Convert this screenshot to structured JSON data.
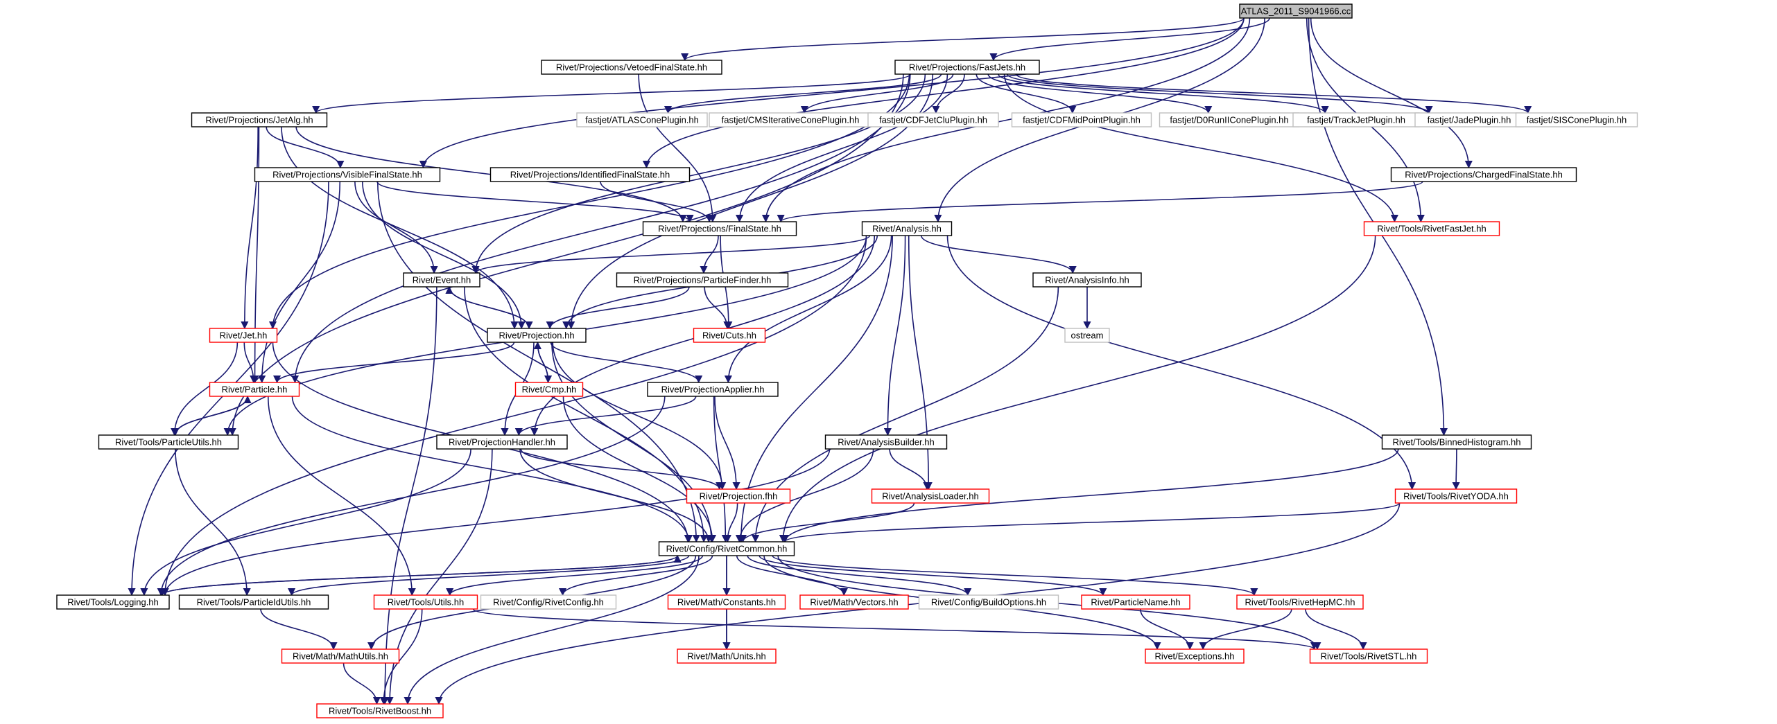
{
  "colors": {
    "edge": "#191970",
    "root_fill": "#bfbfbf",
    "normal_border": "#000000",
    "incomplete_border": "#ff0000",
    "external_border": "#bfbfbf",
    "node_fill": "#ffffff"
  },
  "nodes": [
    {
      "id": "atlas",
      "label": "ATLAS_2011_S9041966.cc",
      "kind": "root"
    },
    {
      "id": "vetoed",
      "label": "Rivet/Projections/VetoedFinalState.hh",
      "kind": "normal"
    },
    {
      "id": "fastjets",
      "label": "Rivet/Projections/FastJets.hh",
      "kind": "normal"
    },
    {
      "id": "jetalg",
      "label": "Rivet/Projections/JetAlg.hh",
      "kind": "normal"
    },
    {
      "id": "fj_atlas",
      "label": "fastjet/ATLASConePlugin.hh",
      "kind": "external"
    },
    {
      "id": "fj_cms",
      "label": "fastjet/CMSIterativeConePlugin.hh",
      "kind": "external"
    },
    {
      "id": "fj_cdfjet",
      "label": "fastjet/CDFJetCluPlugin.hh",
      "kind": "external"
    },
    {
      "id": "fj_cdfmid",
      "label": "fastjet/CDFMidPointPlugin.hh",
      "kind": "external"
    },
    {
      "id": "fj_d0",
      "label": "fastjet/D0RunIIConePlugin.hh",
      "kind": "external"
    },
    {
      "id": "fj_track",
      "label": "fastjet/TrackJetPlugin.hh",
      "kind": "external"
    },
    {
      "id": "fj_jade",
      "label": "fastjet/JadePlugin.hh",
      "kind": "external"
    },
    {
      "id": "fj_sis",
      "label": "fastjet/SISConePlugin.hh",
      "kind": "external"
    },
    {
      "id": "visible",
      "label": "Rivet/Projections/VisibleFinalState.hh",
      "kind": "normal"
    },
    {
      "id": "identified",
      "label": "Rivet/Projections/IdentifiedFinalState.hh",
      "kind": "normal"
    },
    {
      "id": "charged",
      "label": "Rivet/Projections/ChargedFinalState.hh",
      "kind": "normal"
    },
    {
      "id": "finalstate",
      "label": "Rivet/Projections/FinalState.hh",
      "kind": "normal"
    },
    {
      "id": "analysis",
      "label": "Rivet/Analysis.hh",
      "kind": "normal"
    },
    {
      "id": "rivetfastjet",
      "label": "Rivet/Tools/RivetFastJet.hh",
      "kind": "incomplete"
    },
    {
      "id": "event",
      "label": "Rivet/Event.hh",
      "kind": "normal"
    },
    {
      "id": "particlefinder",
      "label": "Rivet/Projections/ParticleFinder.hh",
      "kind": "normal"
    },
    {
      "id": "analysisinfo",
      "label": "Rivet/AnalysisInfo.hh",
      "kind": "normal"
    },
    {
      "id": "jet",
      "label": "Rivet/Jet.hh",
      "kind": "incomplete"
    },
    {
      "id": "projection",
      "label": "Rivet/Projection.hh",
      "kind": "normal"
    },
    {
      "id": "cuts",
      "label": "Rivet/Cuts.hh",
      "kind": "incomplete"
    },
    {
      "id": "ostream",
      "label": "ostream",
      "kind": "external"
    },
    {
      "id": "particle",
      "label": "Rivet/Particle.hh",
      "kind": "incomplete"
    },
    {
      "id": "cmp",
      "label": "Rivet/Cmp.hh",
      "kind": "incomplete"
    },
    {
      "id": "projapplier",
      "label": "Rivet/ProjectionApplier.hh",
      "kind": "normal"
    },
    {
      "id": "particleutils",
      "label": "Rivet/Tools/ParticleUtils.hh",
      "kind": "normal"
    },
    {
      "id": "projhandler",
      "label": "Rivet/ProjectionHandler.hh",
      "kind": "normal"
    },
    {
      "id": "analysisbuilder",
      "label": "Rivet/AnalysisBuilder.hh",
      "kind": "normal"
    },
    {
      "id": "binnedhisto",
      "label": "Rivet/Tools/BinnedHistogram.hh",
      "kind": "normal"
    },
    {
      "id": "projfhh",
      "label": "Rivet/Projection.fhh",
      "kind": "incomplete"
    },
    {
      "id": "analysisloader",
      "label": "Rivet/AnalysisLoader.hh",
      "kind": "incomplete"
    },
    {
      "id": "rivetyoda",
      "label": "Rivet/Tools/RivetYODA.hh",
      "kind": "incomplete"
    },
    {
      "id": "rivetcommon",
      "label": "Rivet/Config/RivetCommon.hh",
      "kind": "normal"
    },
    {
      "id": "logging",
      "label": "Rivet/Tools/Logging.hh",
      "kind": "normal"
    },
    {
      "id": "particleidutils",
      "label": "Rivet/Tools/ParticleIdUtils.hh",
      "kind": "normal"
    },
    {
      "id": "utils",
      "label": "Rivet/Tools/Utils.hh",
      "kind": "incomplete"
    },
    {
      "id": "rivetconfig",
      "label": "Rivet/Config/RivetConfig.hh",
      "kind": "external"
    },
    {
      "id": "constants",
      "label": "Rivet/Math/Constants.hh",
      "kind": "incomplete"
    },
    {
      "id": "vectors",
      "label": "Rivet/Math/Vectors.hh",
      "kind": "incomplete"
    },
    {
      "id": "buildoptions",
      "label": "Rivet/Config/BuildOptions.hh",
      "kind": "external"
    },
    {
      "id": "particlename",
      "label": "Rivet/ParticleName.hh",
      "kind": "incomplete"
    },
    {
      "id": "rivethepmc",
      "label": "Rivet/Tools/RivetHepMC.hh",
      "kind": "incomplete"
    },
    {
      "id": "mathutils",
      "label": "Rivet/Math/MathUtils.hh",
      "kind": "incomplete"
    },
    {
      "id": "units",
      "label": "Rivet/Math/Units.hh",
      "kind": "incomplete"
    },
    {
      "id": "exceptions",
      "label": "Rivet/Exceptions.hh",
      "kind": "incomplete"
    },
    {
      "id": "rivetstl",
      "label": "Rivet/Tools/RivetSTL.hh",
      "kind": "incomplete"
    },
    {
      "id": "rivetboost",
      "label": "Rivet/Tools/RivetBoost.hh",
      "kind": "incomplete"
    }
  ],
  "edges": [
    [
      "atlas",
      "vetoed"
    ],
    [
      "atlas",
      "fastjets"
    ],
    [
      "atlas",
      "visible"
    ],
    [
      "atlas",
      "charged"
    ],
    [
      "atlas",
      "finalstate"
    ],
    [
      "atlas",
      "analysis"
    ],
    [
      "atlas",
      "rivetfastjet"
    ],
    [
      "atlas",
      "binnedhisto"
    ],
    [
      "atlas",
      "identified"
    ],
    [
      "vetoed",
      "finalstate"
    ],
    [
      "fastjets",
      "jetalg"
    ],
    [
      "fastjets",
      "fj_atlas"
    ],
    [
      "fastjets",
      "fj_cms"
    ],
    [
      "fastjets",
      "fj_cdfjet"
    ],
    [
      "fastjets",
      "fj_cdfmid"
    ],
    [
      "fastjets",
      "fj_d0"
    ],
    [
      "fastjets",
      "fj_track"
    ],
    [
      "fastjets",
      "fj_jade"
    ],
    [
      "fastjets",
      "fj_sis"
    ],
    [
      "fastjets",
      "rivetfastjet"
    ],
    [
      "fastjets",
      "particle"
    ],
    [
      "fastjets",
      "jet"
    ],
    [
      "fastjets",
      "particleutils"
    ],
    [
      "fastjets",
      "finalstate"
    ],
    [
      "fastjets",
      "event"
    ],
    [
      "fastjets",
      "projection"
    ],
    [
      "jetalg",
      "visible"
    ],
    [
      "jetalg",
      "jet"
    ],
    [
      "jetalg",
      "particle"
    ],
    [
      "jetalg",
      "projection"
    ],
    [
      "jetalg",
      "finalstate"
    ],
    [
      "visible",
      "finalstate"
    ],
    [
      "visible",
      "event"
    ],
    [
      "visible",
      "projection"
    ],
    [
      "visible",
      "particle"
    ],
    [
      "visible",
      "logging"
    ],
    [
      "visible",
      "rivetcommon"
    ],
    [
      "identified",
      "finalstate"
    ],
    [
      "charged",
      "finalstate"
    ],
    [
      "finalstate",
      "particlefinder"
    ],
    [
      "finalstate",
      "cuts"
    ],
    [
      "analysis",
      "event"
    ],
    [
      "analysis",
      "projection"
    ],
    [
      "analysis",
      "analysisinfo"
    ],
    [
      "analysis",
      "projapplier"
    ],
    [
      "analysis",
      "projhandler"
    ],
    [
      "analysis",
      "analysisbuilder"
    ],
    [
      "analysis",
      "analysisloader"
    ],
    [
      "analysis",
      "rivetcommon"
    ],
    [
      "analysis",
      "rivetyoda"
    ],
    [
      "analysis",
      "logging"
    ],
    [
      "analysis",
      "particleutils"
    ],
    [
      "rivetfastjet",
      "rivetcommon"
    ],
    [
      "event",
      "projection"
    ],
    [
      "event",
      "rivetcommon"
    ],
    [
      "event",
      "rivetboost"
    ],
    [
      "particlefinder",
      "projection"
    ],
    [
      "particlefinder",
      "cuts"
    ],
    [
      "analysisinfo",
      "ostream"
    ],
    [
      "analysisinfo",
      "rivetcommon"
    ],
    [
      "jet",
      "particle"
    ],
    [
      "jet",
      "particleutils"
    ],
    [
      "jet",
      "rivetcommon"
    ],
    [
      "projection",
      "event"
    ],
    [
      "projection",
      "particle"
    ],
    [
      "projection",
      "cmp"
    ],
    [
      "projection",
      "projapplier"
    ],
    [
      "projection",
      "projhandler"
    ],
    [
      "projection",
      "projfhh"
    ],
    [
      "projection",
      "rivetcommon"
    ],
    [
      "particle",
      "particleutils"
    ],
    [
      "particle",
      "rivetcommon"
    ],
    [
      "particle",
      "utils"
    ],
    [
      "particleutils",
      "particle"
    ],
    [
      "particleutils",
      "particleidutils"
    ],
    [
      "cmp",
      "projection"
    ],
    [
      "cmp",
      "rivetcommon"
    ],
    [
      "projapplier",
      "projhandler"
    ],
    [
      "projapplier",
      "projfhh"
    ],
    [
      "projapplier",
      "rivetcommon"
    ],
    [
      "projapplier",
      "logging"
    ],
    [
      "projhandler",
      "rivetcommon"
    ],
    [
      "projhandler",
      "projfhh"
    ],
    [
      "projhandler",
      "logging"
    ],
    [
      "projhandler",
      "rivetboost"
    ],
    [
      "analysisbuilder",
      "analysisloader"
    ],
    [
      "analysisbuilder",
      "rivetcommon"
    ],
    [
      "analysisbuilder",
      "logging"
    ],
    [
      "binnedhisto",
      "rivetyoda"
    ],
    [
      "binnedhisto",
      "rivetcommon"
    ],
    [
      "projfhh",
      "rivetcommon"
    ],
    [
      "analysisloader",
      "rivetcommon"
    ],
    [
      "rivetyoda",
      "rivetcommon"
    ],
    [
      "rivetyoda",
      "rivetboost"
    ],
    [
      "rivetcommon",
      "logging"
    ],
    [
      "rivetcommon",
      "particleidutils"
    ],
    [
      "rivetcommon",
      "utils"
    ],
    [
      "rivetcommon",
      "rivetconfig"
    ],
    [
      "rivetcommon",
      "constants"
    ],
    [
      "rivetcommon",
      "vectors"
    ],
    [
      "rivetcommon",
      "buildoptions"
    ],
    [
      "rivetcommon",
      "particlename"
    ],
    [
      "rivetcommon",
      "rivethepmc"
    ],
    [
      "rivetcommon",
      "units"
    ],
    [
      "rivetcommon",
      "exceptions"
    ],
    [
      "rivetcommon",
      "rivetstl"
    ],
    [
      "rivetcommon",
      "rivetboost"
    ],
    [
      "rivetcommon",
      "mathutils"
    ],
    [
      "logging",
      "rivetcommon"
    ],
    [
      "particleidutils",
      "mathutils"
    ],
    [
      "utils",
      "rivetboost"
    ],
    [
      "utils",
      "rivetstl"
    ],
    [
      "constants",
      "units"
    ],
    [
      "particlename",
      "exceptions"
    ],
    [
      "rivethepmc",
      "exceptions"
    ],
    [
      "rivethepmc",
      "rivetstl"
    ],
    [
      "mathutils",
      "rivetboost"
    ]
  ]
}
